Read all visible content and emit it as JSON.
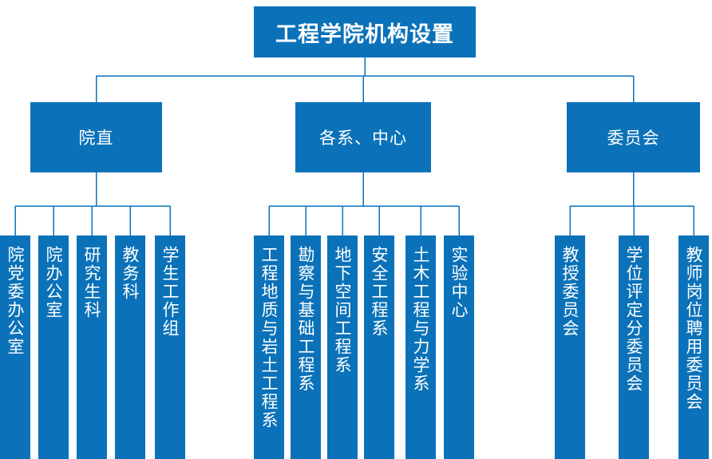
{
  "title": "工程学院机构设置",
  "colors": {
    "box_fill": "#0b72b9",
    "connector_line": "#0b72b9",
    "text": "#ffffff",
    "background": "#ffffff"
  },
  "groups": [
    {
      "label": "院直",
      "children": [
        "院党委办公室",
        "院办公室",
        "研究生科",
        "教务科",
        "学生工作组"
      ]
    },
    {
      "label": "各系、中心",
      "children": [
        "工程地质与岩土工程系",
        "勘察与基础工程系",
        "地下空间工程系",
        "安全工程系",
        "土木工程与力学系",
        "实验中心"
      ]
    },
    {
      "label": "委员会",
      "children": [
        "教授委员会",
        "学位评定分委员会",
        "教师岗位聘用委员会"
      ]
    }
  ]
}
